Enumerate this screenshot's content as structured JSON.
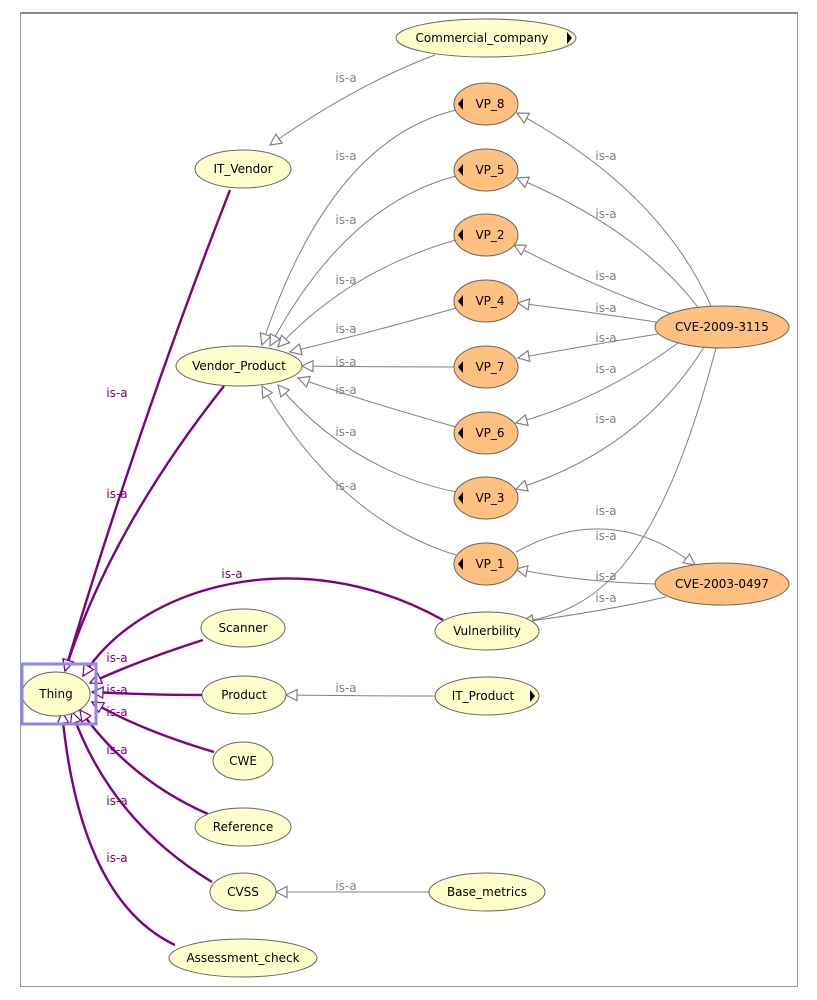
{
  "nodes": [
    {
      "id": "thing",
      "label": "Thing",
      "color": "#ffffcc",
      "marker": "none"
    },
    {
      "id": "commercial_company",
      "label": "Commercial_company",
      "color": "#ffffcc",
      "marker": "right"
    },
    {
      "id": "it_vendor",
      "label": "IT_Vendor",
      "color": "#ffffcc",
      "marker": "none"
    },
    {
      "id": "vendor_product",
      "label": "Vendor_Product",
      "color": "#ffffcc",
      "marker": "none"
    },
    {
      "id": "vp_8",
      "label": "VP_8",
      "color": "#ffc080",
      "marker": "left"
    },
    {
      "id": "vp_5",
      "label": "VP_5",
      "color": "#ffc080",
      "marker": "left"
    },
    {
      "id": "vp_2",
      "label": "VP_2",
      "color": "#ffc080",
      "marker": "left"
    },
    {
      "id": "vp_4",
      "label": "VP_4",
      "color": "#ffc080",
      "marker": "left"
    },
    {
      "id": "vp_7",
      "label": "VP_7",
      "color": "#ffc080",
      "marker": "left"
    },
    {
      "id": "vp_6",
      "label": "VP_6",
      "color": "#ffc080",
      "marker": "left"
    },
    {
      "id": "vp_3",
      "label": "VP_3",
      "color": "#ffc080",
      "marker": "left"
    },
    {
      "id": "vp_1",
      "label": "VP_1",
      "color": "#ffc080",
      "marker": "left"
    },
    {
      "id": "cve_2009_3115",
      "label": "CVE-2009-3115",
      "color": "#ffc080",
      "marker": "none"
    },
    {
      "id": "cve_2003_0497",
      "label": "CVE-2003-0497",
      "color": "#ffc080",
      "marker": "none"
    },
    {
      "id": "vulnerbility",
      "label": "Vulnerbility",
      "color": "#ffffcc",
      "marker": "none"
    },
    {
      "id": "scanner",
      "label": "Scanner",
      "color": "#ffffcc",
      "marker": "none"
    },
    {
      "id": "product",
      "label": "Product",
      "color": "#ffffcc",
      "marker": "none"
    },
    {
      "id": "it_product",
      "label": "IT_Product",
      "color": "#ffffcc",
      "marker": "right"
    },
    {
      "id": "cwe",
      "label": "CWE",
      "color": "#ffffcc",
      "marker": "none"
    },
    {
      "id": "reference",
      "label": "Reference",
      "color": "#ffffcc",
      "marker": "none"
    },
    {
      "id": "cvss",
      "label": "CVSS",
      "color": "#ffffcc",
      "marker": "none"
    },
    {
      "id": "base_metrics",
      "label": "Base_metrics",
      "color": "#ffffcc",
      "marker": "none"
    },
    {
      "id": "assessment_check",
      "label": "Assessment_check",
      "color": "#ffffcc",
      "marker": "none"
    }
  ],
  "edges": [
    {
      "id": "e_cc_itv",
      "from": "commercial_company",
      "to": "it_vendor",
      "label": "is-a",
      "kind": "gray"
    },
    {
      "id": "e_itv_thing",
      "from": "it_vendor",
      "to": "thing",
      "label": "is-a",
      "kind": "purple"
    },
    {
      "id": "e_vp_thing",
      "from": "vendor_product",
      "to": "thing",
      "label": "is-a",
      "kind": "purple"
    },
    {
      "id": "e_vul_thing",
      "from": "vulnerbility",
      "to": "thing",
      "label": "is-a",
      "kind": "purple"
    },
    {
      "id": "e_scan_thing",
      "from": "scanner",
      "to": "thing",
      "label": "is-a",
      "kind": "purple"
    },
    {
      "id": "e_prod_thing",
      "from": "product",
      "to": "thing",
      "label": "is-a",
      "kind": "purple"
    },
    {
      "id": "e_cwe_thing",
      "from": "cwe",
      "to": "thing",
      "label": "is-a",
      "kind": "purple"
    },
    {
      "id": "e_ref_thing",
      "from": "reference",
      "to": "thing",
      "label": "is-a",
      "kind": "purple"
    },
    {
      "id": "e_cvss_thing",
      "from": "cvss",
      "to": "thing",
      "label": "is-a",
      "kind": "purple"
    },
    {
      "id": "e_ac_thing",
      "from": "assessment_check",
      "to": "thing",
      "label": "is-a",
      "kind": "purple"
    },
    {
      "id": "e_vp8_vp",
      "from": "vp_8",
      "to": "vendor_product",
      "label": "is-a",
      "kind": "gray"
    },
    {
      "id": "e_vp5_vp",
      "from": "vp_5",
      "to": "vendor_product",
      "label": "is-a",
      "kind": "gray"
    },
    {
      "id": "e_vp2_vp",
      "from": "vp_2",
      "to": "vendor_product",
      "label": "is-a",
      "kind": "gray"
    },
    {
      "id": "e_vp4_vp",
      "from": "vp_4",
      "to": "vendor_product",
      "label": "is-a",
      "kind": "gray"
    },
    {
      "id": "e_vp7_vp",
      "from": "vp_7",
      "to": "vendor_product",
      "label": "is-a",
      "kind": "gray"
    },
    {
      "id": "e_vp6_vp",
      "from": "vp_6",
      "to": "vendor_product",
      "label": "is-a",
      "kind": "gray"
    },
    {
      "id": "e_vp3_vp",
      "from": "vp_3",
      "to": "vendor_product",
      "label": "is-a",
      "kind": "gray"
    },
    {
      "id": "e_vp1_vp",
      "from": "vp_1",
      "to": "vendor_product",
      "label": "is-a",
      "kind": "gray"
    },
    {
      "id": "e_cve9_vp8",
      "from": "cve_2009_3115",
      "to": "vp_8",
      "label": "is-a",
      "kind": "gray"
    },
    {
      "id": "e_cve9_vp5",
      "from": "cve_2009_3115",
      "to": "vp_5",
      "label": "is-a",
      "kind": "gray"
    },
    {
      "id": "e_cve9_vp2",
      "from": "cve_2009_3115",
      "to": "vp_2",
      "label": "is-a",
      "kind": "gray"
    },
    {
      "id": "e_cve9_vp4",
      "from": "cve_2009_3115",
      "to": "vp_4",
      "label": "is-a",
      "kind": "gray"
    },
    {
      "id": "e_cve9_vp7",
      "from": "cve_2009_3115",
      "to": "vp_7",
      "label": "is-a",
      "kind": "gray"
    },
    {
      "id": "e_cve9_vp6",
      "from": "cve_2009_3115",
      "to": "vp_6",
      "label": "is-a",
      "kind": "gray"
    },
    {
      "id": "e_cve9_vp3",
      "from": "cve_2009_3115",
      "to": "vp_3",
      "label": "is-a",
      "kind": "gray"
    },
    {
      "id": "e_cve9_vul",
      "from": "cve_2009_3115",
      "to": "vulnerbility",
      "label": "is-a",
      "kind": "gray"
    },
    {
      "id": "e_vp1_cve3",
      "from": "vp_1",
      "to": "cve_2003_0497",
      "label": "is-a",
      "kind": "gray"
    },
    {
      "id": "e_cve3_vp1",
      "from": "cve_2003_0497",
      "to": "vp_1",
      "label": "is-a",
      "kind": "gray"
    },
    {
      "id": "e_cve3_vul",
      "from": "cve_2003_0497",
      "to": "vulnerbility",
      "label": "is-a",
      "kind": "gray"
    },
    {
      "id": "e_itp_prod",
      "from": "it_product",
      "to": "product",
      "label": "is-a",
      "kind": "gray"
    },
    {
      "id": "e_bm_cvss",
      "from": "base_metrics",
      "to": "cvss",
      "label": "is-a",
      "kind": "gray"
    }
  ],
  "colors": {
    "class_fill": "#ffffcc",
    "instance_fill": "#ffc080",
    "purple_edge": "#800080",
    "gray_edge": "#808080",
    "selection": "#8888ee"
  }
}
